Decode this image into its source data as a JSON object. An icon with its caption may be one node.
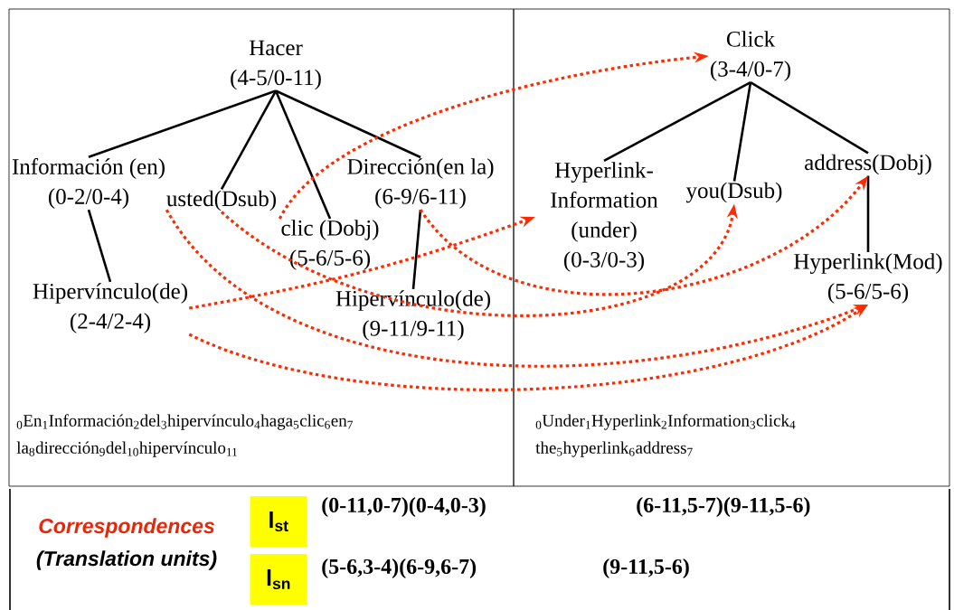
{
  "diagram": {
    "nodes": [
      {
        "text": [
          "Hacer",
          "(4-5/0-11)"
        ]
      },
      {
        "text": [
          "Información (en)",
          "(0-2/0-4)"
        ]
      },
      {
        "text": [
          "usted(Dsub)"
        ]
      },
      {
        "text": [
          "clic (Dobj)",
          "(5-6/5-6)"
        ]
      },
      {
        "text": [
          "Dirección(en la)",
          "(6-9/6-11)"
        ]
      },
      {
        "text": [
          "Hipervínculo(de)",
          "(2-4/2-4)"
        ]
      },
      {
        "text": [
          "Hipervínculo(de)",
          "(9-11/9-11)"
        ]
      },
      {
        "text": [
          "Click",
          "(3-4/0-7)"
        ]
      },
      {
        "text": [
          "Hyperlink-Information (under)",
          "(0-3/0-3)"
        ]
      },
      {
        "text": [
          "you(Dsub)"
        ]
      },
      {
        "text": [
          "address(Dobj)"
        ]
      },
      {
        "text": [
          "Hyperlink(Mod)",
          "(5-6/5-6)"
        ]
      },
      {
        "text": [
          "l$_{st}$"
        ]
      },
      {
        "text": [
          "l$_{sn}$"
        ]
      }
    ],
    "edges": [
      {
        "from": 0,
        "to": 1,
        "arrow": "none"
      },
      {
        "from": 0,
        "to": 2,
        "arrow": "none"
      },
      {
        "from": 0,
        "to": 3,
        "arrow": "none"
      },
      {
        "from": 0,
        "to": 4,
        "arrow": "none"
      },
      {
        "from": 1,
        "to": 5,
        "arrow": "none"
      },
      {
        "from": 4,
        "to": 6,
        "arrow": "none"
      },
      {
        "from": 7,
        "to": 8,
        "arrow": "none"
      },
      {
        "from": 7,
        "to": 9,
        "arrow": "none"
      },
      {
        "from": 7,
        "to": 10,
        "arrow": "none"
      },
      {
        "from": 10,
        "to": 11,
        "arrow": "none"
      },
      {
        "from": 3,
        "to": 7,
        "arrow": "to",
        "style": "dashed",
        "color": "#ff2a00"
      },
      {
        "from": 5,
        "to": 8,
        "arrow": "to",
        "style": "dashed",
        "color": "#ff2a00"
      },
      {
        "from": 4,
        "to": 10,
        "arrow": "to",
        "style": "dashed",
        "color": "#ff2a00"
      },
      {
        "from": 2,
        "to": 9,
        "arrow": "to",
        "style": "dashed",
        "color": "#ff2a00"
      },
      {
        "from": 1,
        "to": 11,
        "arrow": "to",
        "style": "dashed",
        "color": "#ff2a00"
      },
      {
        "from": 5,
        "to": 11,
        "arrow": "to",
        "style": "dashed",
        "color": "#ff2a00"
      }
    ],
    "labels": [
      "$_{0}$En$_{1}$Información$_{2}$del$_{3}$hipervínculo$_{4}$haga$_{5}$clic$_{6}$en$_{7}$ la$_{8}$dirección$_{9}$del$_{10}$hipervínculo$_{11}$",
      "$_{0}$Under$_{1}$Hyperlink$_{2}$Information$_{3}$click$_{4}$ the$_{5}$hyperlink$_{6}$address$_{7}$",
      "Correspondences",
      "(Translation units)",
      "(0-11,0-7)(0-4,0-3)",
      "(6-11,5-7)(9-11,5-6)",
      "(5-6,3-4)(6-9,6-7)",
      "(9-11,5-6)"
    ]
  }
}
